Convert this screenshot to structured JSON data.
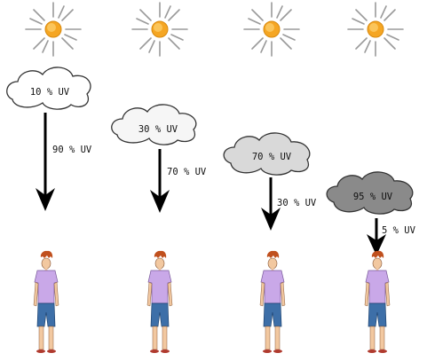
{
  "diagram": {
    "columns": [
      {
        "cloud_label": "10 % UV",
        "arrow_label": "90 % UV",
        "cloud_fill": "#ffffff"
      },
      {
        "cloud_label": "30 % UV",
        "arrow_label": "70 % UV",
        "cloud_fill": "#f6f6f6"
      },
      {
        "cloud_label": "70 % UV",
        "arrow_label": "30 % UV",
        "cloud_fill": "#d9d9d9"
      },
      {
        "cloud_label": "95 % UV",
        "arrow_label": "5 % UV",
        "cloud_fill": "#8a8a8a"
      }
    ],
    "colors": {
      "sun_core": "#f5a623",
      "sun_ray": "#9a9a9a",
      "arrow": "#000000",
      "shirt": "#c9a8e8",
      "shorts": "#3d6fa8",
      "hair": "#c0501e",
      "skin": "#f2c8a0"
    }
  }
}
